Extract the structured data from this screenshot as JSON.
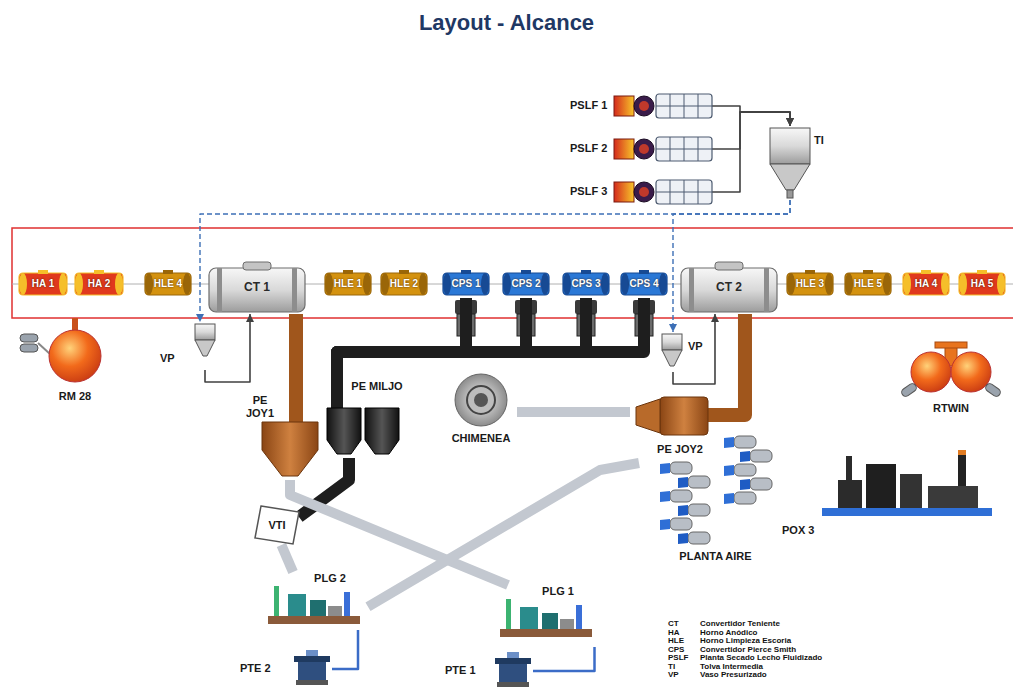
{
  "diagram": {
    "title": "Layout - Alcance",
    "nodes": [
      {
        "text": [
          "PSLF 1"
        ]
      },
      {
        "text": [
          "PSLF 2"
        ]
      },
      {
        "text": [
          "PSLF 3"
        ]
      },
      {
        "text": [
          "TI"
        ]
      },
      {
        "text": [
          "HA 1"
        ]
      },
      {
        "text": [
          "HA 2"
        ]
      },
      {
        "text": [
          "HLE 4"
        ]
      },
      {
        "text": [
          "CT 1"
        ]
      },
      {
        "text": [
          "HLE 1"
        ]
      },
      {
        "text": [
          "HLE 2"
        ]
      },
      {
        "text": [
          "CPS 1"
        ]
      },
      {
        "text": [
          "CPS 2"
        ]
      },
      {
        "text": [
          "CPS 3"
        ]
      },
      {
        "text": [
          "CPS 4"
        ]
      },
      {
        "text": [
          "CT 2"
        ]
      },
      {
        "text": [
          "HLE 3"
        ]
      },
      {
        "text": [
          "HLE 5"
        ]
      },
      {
        "text": [
          "HA 4"
        ]
      },
      {
        "text": [
          "HA 5"
        ]
      },
      {
        "text": [
          "RM 28"
        ]
      },
      {
        "text": [
          "VP"
        ]
      },
      {
        "text": [
          "PE JOY1"
        ]
      },
      {
        "text": [
          "PE MILJO"
        ]
      },
      {
        "text": [
          "VP"
        ]
      },
      {
        "text": [
          "PE JOY2"
        ]
      },
      {
        "text": [
          "RTWIN"
        ]
      },
      {
        "text": [
          "CHIMENEA"
        ]
      },
      {
        "text": [
          "PLANTA AIRE"
        ]
      },
      {
        "text": [
          "POX 3"
        ]
      },
      {
        "text": [
          "VTI"
        ]
      },
      {
        "text": [
          "PLG 2"
        ]
      },
      {
        "text": [
          "PLG 1"
        ]
      },
      {
        "text": [
          "PTE 2"
        ]
      },
      {
        "text": [
          "PTE 1"
        ]
      }
    ],
    "edges": [
      {
        "from": 0,
        "to": 3,
        "arrow": "to"
      },
      {
        "from": 1,
        "to": 3,
        "arrow": "to"
      },
      {
        "from": 2,
        "to": 3,
        "arrow": "to"
      },
      {
        "from": 3,
        "to": 20,
        "arrow": "to"
      },
      {
        "from": 3,
        "to": 23,
        "arrow": "to"
      },
      {
        "from": 20,
        "to": 7,
        "arrow": "to"
      },
      {
        "from": 23,
        "to": 14,
        "arrow": "to"
      },
      {
        "from": 7,
        "to": 21,
        "arrow": "none"
      },
      {
        "from": 14,
        "to": 24,
        "arrow": "none"
      },
      {
        "from": 10,
        "to": 22,
        "arrow": "none"
      },
      {
        "from": 11,
        "to": 22,
        "arrow": "none"
      },
      {
        "from": 12,
        "to": 22,
        "arrow": "none"
      },
      {
        "from": 13,
        "to": 22,
        "arrow": "none"
      },
      {
        "from": 22,
        "to": 29,
        "arrow": "none"
      },
      {
        "from": 29,
        "to": 30,
        "arrow": "none"
      },
      {
        "from": 21,
        "to": 31,
        "arrow": "none"
      },
      {
        "from": 24,
        "to": 30,
        "arrow": "none"
      },
      {
        "from": 24,
        "to": 26,
        "arrow": "none"
      },
      {
        "from": 30,
        "to": 32,
        "arrow": "none"
      },
      {
        "from": 31,
        "to": 33,
        "arrow": "none"
      }
    ],
    "labels": [
      "CT",
      "Convertidor Teniente",
      "HA",
      "Horno Anódico",
      "HLE",
      "Horno Limpieza Escoria",
      "CPS",
      "Convertidor Pierce Smith",
      "PSLF",
      "Planta Secado Lecho Fluidizado",
      "TI",
      "Tolva Intermedia",
      "VP",
      "Vaso Presurizado"
    ]
  }
}
